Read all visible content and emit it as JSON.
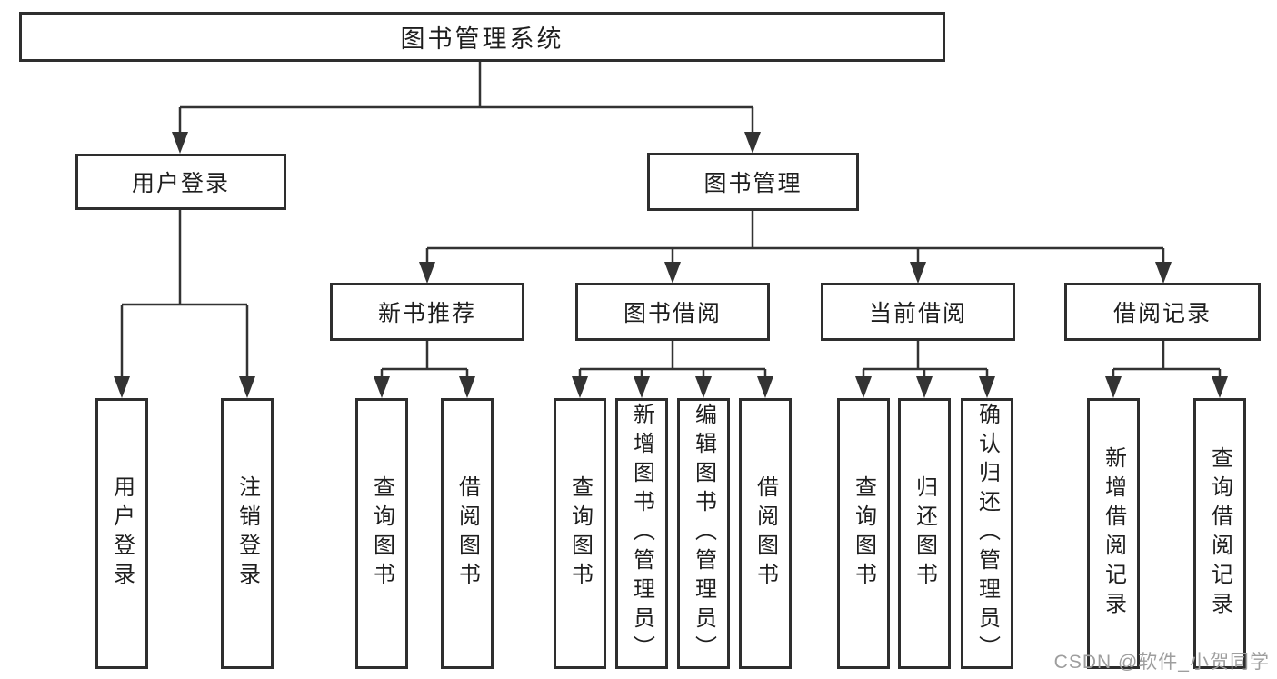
{
  "colors": {
    "line": "#333333",
    "box-border": "#2e2e2e",
    "box-bg": "#ffffff",
    "text": "#1e1e1e",
    "watermark": "#9e9e9e",
    "background": "#ffffff"
  },
  "watermark": {
    "text": "CSDN @软件_小贺同学"
  },
  "diagram": {
    "root": {
      "label": "图书管理系统"
    },
    "user_login": {
      "label": "用户登录",
      "children": [
        {
          "label": "用户登录"
        },
        {
          "label": "注销登录"
        }
      ]
    },
    "book_mgmt": {
      "label": "图书管理",
      "sections": {
        "new_book_rec": {
          "label": "新书推荐",
          "children": [
            {
              "label": "查询图书"
            },
            {
              "label": "借阅图书"
            }
          ]
        },
        "book_borrow": {
          "label": "图书借阅",
          "children": [
            {
              "label": "查询图书"
            },
            {
              "label": "新增图书（管理员）"
            },
            {
              "label": "编辑图书（管理员）"
            },
            {
              "label": "借阅图书"
            }
          ]
        },
        "current_borrow": {
          "label": "当前借阅",
          "children": [
            {
              "label": "查询图书"
            },
            {
              "label": "归还图书"
            },
            {
              "label": "确认归还（管理员）"
            }
          ]
        },
        "borrow_record": {
          "label": "借阅记录",
          "children": [
            {
              "label": "新增借阅记录"
            },
            {
              "label": "查询借阅记录"
            }
          ]
        }
      }
    }
  }
}
